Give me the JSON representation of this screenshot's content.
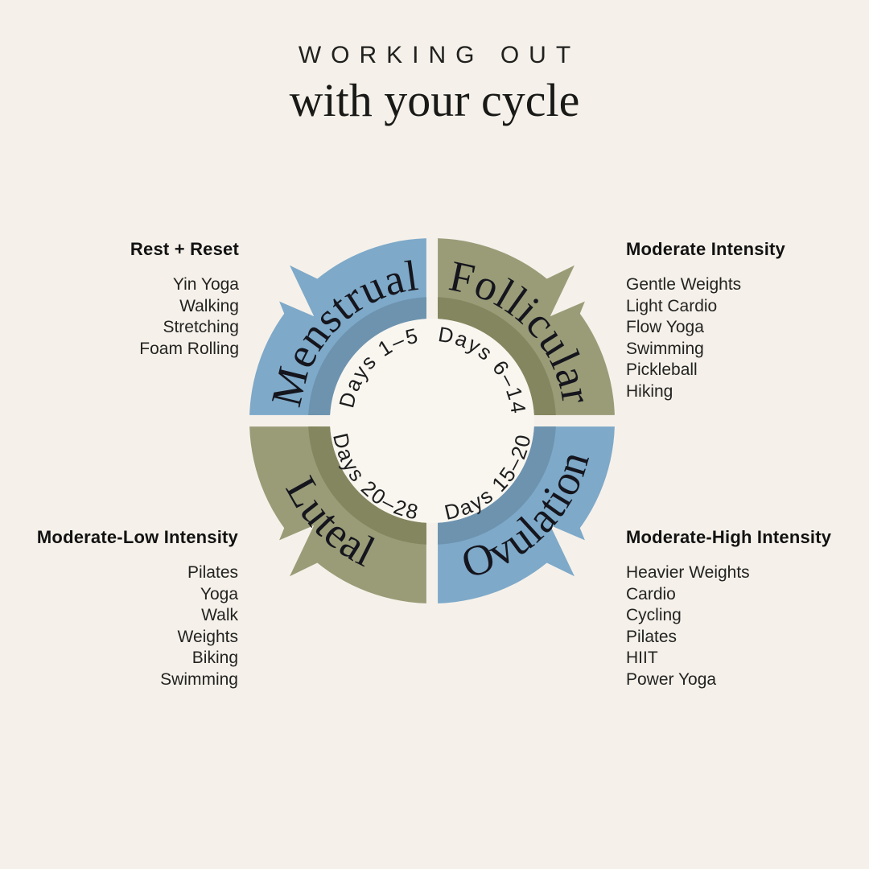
{
  "title": {
    "eyebrow": "WORKING OUT",
    "main": "with your cycle"
  },
  "colors": {
    "background": "#f5f1ea",
    "blue": "#7ea9c9",
    "blue_dark": "#6d93af",
    "olive": "#9a9c78",
    "olive_dark": "#84865f",
    "text": "#222220"
  },
  "phases": [
    {
      "name": "Menstrual",
      "days": "Days 1–5",
      "color": "#7ea9c9",
      "heading": "Rest + Reset",
      "activities": [
        "Yin Yoga",
        "Walking",
        "Stretching",
        "Foam Rolling"
      ]
    },
    {
      "name": "Follicular",
      "days": "Days 6–14",
      "color": "#9a9c78",
      "heading": "Moderate Intensity",
      "activities": [
        "Gentle Weights",
        "Light Cardio",
        "Flow Yoga",
        "Swimming",
        "Pickleball",
        "Hiking"
      ]
    },
    {
      "name": "Ovulation",
      "days": "Days 15–20",
      "color": "#7ea9c9",
      "heading": "Moderate-High Intensity",
      "activities": [
        "Heavier Weights",
        "Cardio",
        "Cycling",
        "Pilates",
        "HIIT",
        "Power Yoga"
      ]
    },
    {
      "name": "Luteal",
      "days": "Days 20–28",
      "color": "#9a9c78",
      "heading": "Moderate-Low Intensity",
      "activities": [
        "Pilates",
        "Yoga",
        "Walk",
        "Weights",
        "Biking",
        "Swimming"
      ]
    }
  ]
}
